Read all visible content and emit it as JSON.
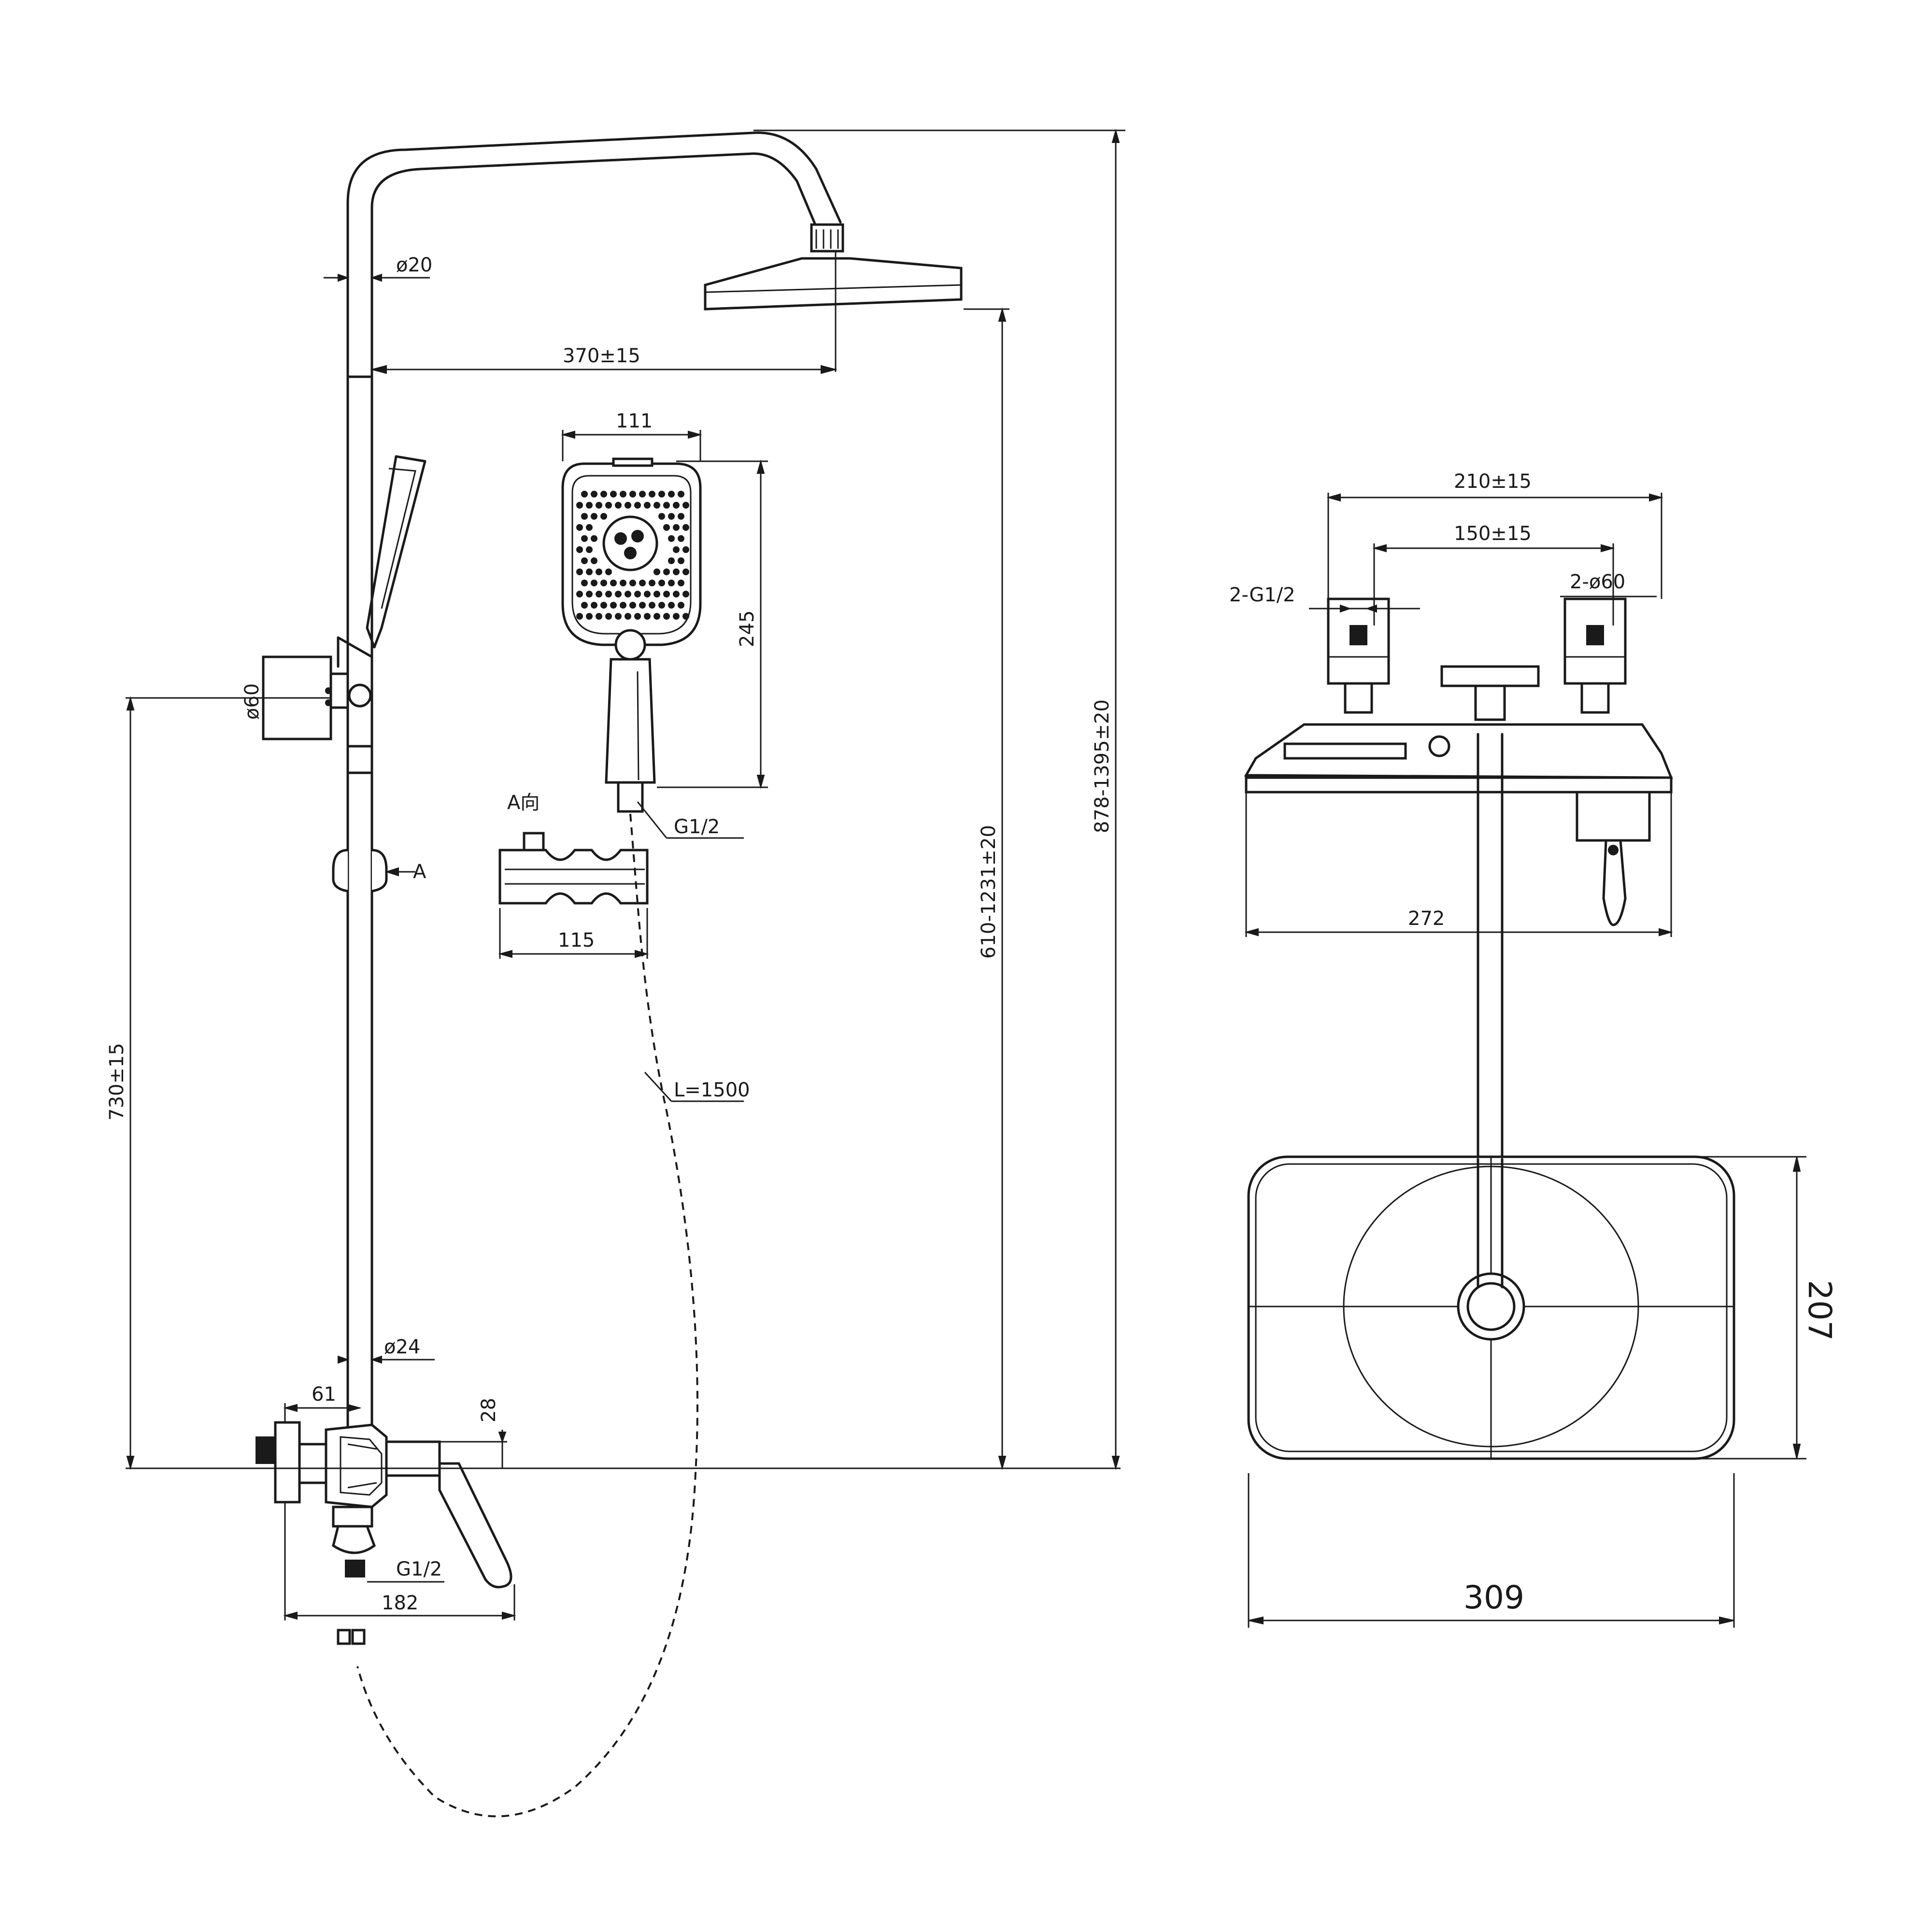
{
  "dimensions": {
    "shower_arm_dia": "ø20",
    "arm_reach": "370±15",
    "handshower_width": "111",
    "handshower_length": "245",
    "handshower_thread": "G1/2",
    "view_marker": "A向",
    "view_arrow": "A",
    "holder_width": "115",
    "hose_length": "L=1500",
    "holder_dia": "ø60",
    "slide_height": "730±15",
    "riser_dia": "ø24",
    "inlet_offset": "61",
    "outlet_offset": "28",
    "bottom_thread": "G1/2",
    "mixer_projection": "182",
    "head_height_range": "610-1231±20",
    "overall_height_range": "878-1395±20",
    "centers_max": "210±15",
    "centers": "150±15",
    "inlet_threads": "2-G1/2",
    "flange_dia": "2-ø60",
    "mixer_width": "272",
    "head_length": "207",
    "head_width": "309"
  }
}
